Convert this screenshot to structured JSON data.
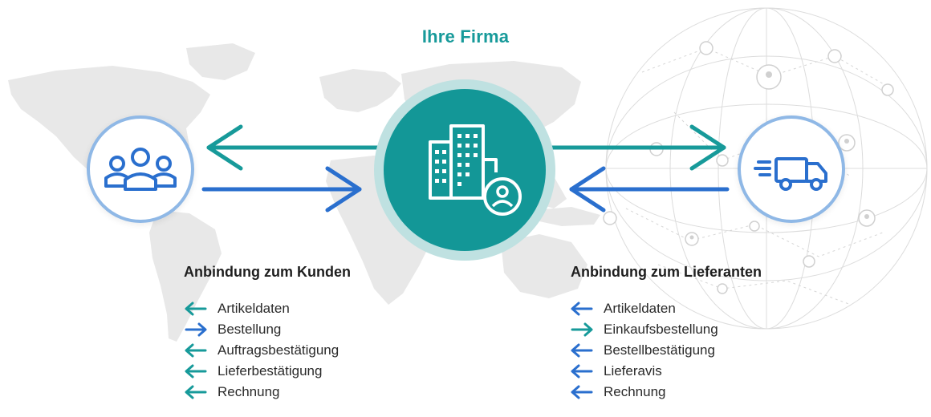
{
  "title": "Ihre Firma",
  "colors": {
    "teal": "#179a9a",
    "blue": "#2a6fce",
    "ring": "#8fb8e6",
    "map": "#e6e6e6"
  },
  "icons": {
    "left_node": "people-group-icon",
    "center_node": "office-building-user-icon",
    "right_node": "delivery-truck-icon"
  },
  "customer": {
    "heading": "Anbindung zum Kunden",
    "items": [
      {
        "label": "Artikeldaten",
        "direction": "incoming",
        "color": "#179a9a"
      },
      {
        "label": "Bestellung",
        "direction": "outgoing",
        "color": "#2a6fce"
      },
      {
        "label": "Auftragsbestätigung",
        "direction": "incoming",
        "color": "#179a9a"
      },
      {
        "label": "Lieferbestätigung",
        "direction": "incoming",
        "color": "#179a9a"
      },
      {
        "label": "Rechnung",
        "direction": "incoming",
        "color": "#179a9a"
      }
    ]
  },
  "supplier": {
    "heading": "Anbindung zum Lieferanten",
    "items": [
      {
        "label": "Artikeldaten",
        "direction": "incoming",
        "color": "#2a6fce"
      },
      {
        "label": "Einkaufsbestellung",
        "direction": "outgoing",
        "color": "#179a9a"
      },
      {
        "label": "Bestellbestätigung",
        "direction": "incoming",
        "color": "#2a6fce"
      },
      {
        "label": "Lieferavis",
        "direction": "incoming",
        "color": "#2a6fce"
      },
      {
        "label": "Rechnung",
        "direction": "incoming",
        "color": "#2a6fce"
      }
    ]
  }
}
